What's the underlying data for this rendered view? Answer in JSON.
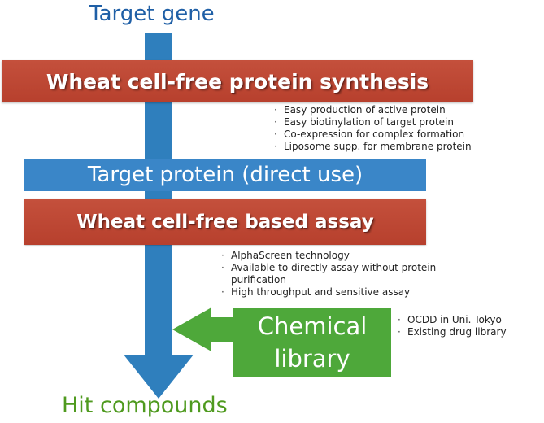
{
  "top_label": "Target gene",
  "banners": {
    "synthesis": "Wheat cell-free protein synthesis",
    "target_protein": "Target protein (direct use)",
    "assay": "Wheat cell-free based assay"
  },
  "synthesis_notes": [
    "Easy production of active protein",
    "Easy biotinylation of target protein",
    "Co-expression for complex formation",
    "Liposome supp. for membrane protein"
  ],
  "assay_notes": [
    "AlphaScreen technology",
    "Available to directly assay without protein purification",
    "High throughput and sensitive assay"
  ],
  "chemical_library": {
    "line1": "Chemical",
    "line2": "library",
    "notes": [
      "OCDD in Uni. Tokyo",
      "Existing drug library"
    ]
  },
  "bottom_label": "Hit compounds",
  "colors": {
    "arrow_blue": "#2f7fbd",
    "banner_red": "#bb4431",
    "banner_blue": "#3a86c8",
    "chem_green": "#4ea83a",
    "title_blue": "#1f5fa6",
    "hit_green": "#4f9a1f"
  }
}
